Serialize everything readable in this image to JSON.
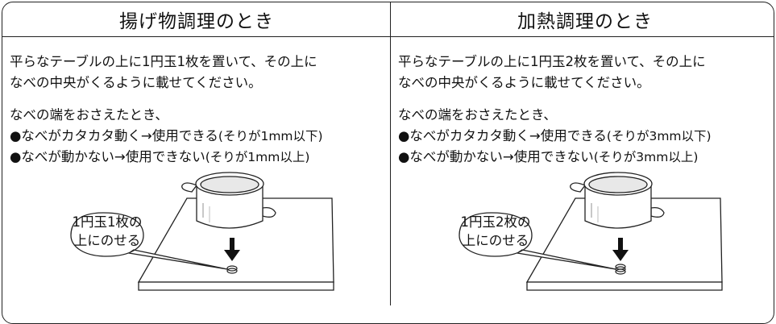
{
  "left": {
    "heading": "揚げ物調理のとき",
    "line1": "平らなテーブルの上に1円玉1枚を置いて、その上に",
    "line2": "なべの中央がくるように載せてください。",
    "line3": "なべの端をおさえたとき、",
    "bullet1_main": "●なべがカタカタ動く→使用できる",
    "bullet1_note": "(そりが1mm以下)",
    "bullet2_main": "●なべが動かない→使用できない",
    "bullet2_note": "(そりが1mm以上)",
    "bubble_line1": "1円玉1枚の",
    "bubble_line2": "上にのせる",
    "coin_count": 1
  },
  "right": {
    "heading": "加熱調理のとき",
    "line1": "平らなテーブルの上に1円玉2枚を置いて、その上に",
    "line2": "なべの中央がくるように載せてください。",
    "line3": "なべの端をおさえたとき、",
    "bullet1_main": "●なべがカタカタ動く→使用できる",
    "bullet1_note": "(そりが3mm以下)",
    "bullet2_main": "●なべが動かない→使用できない",
    "bullet2_note": "(そりが3mm以上)",
    "bubble_line1": "1円玉2枚の",
    "bubble_line2": "上にのせる",
    "coin_count": 2
  }
}
